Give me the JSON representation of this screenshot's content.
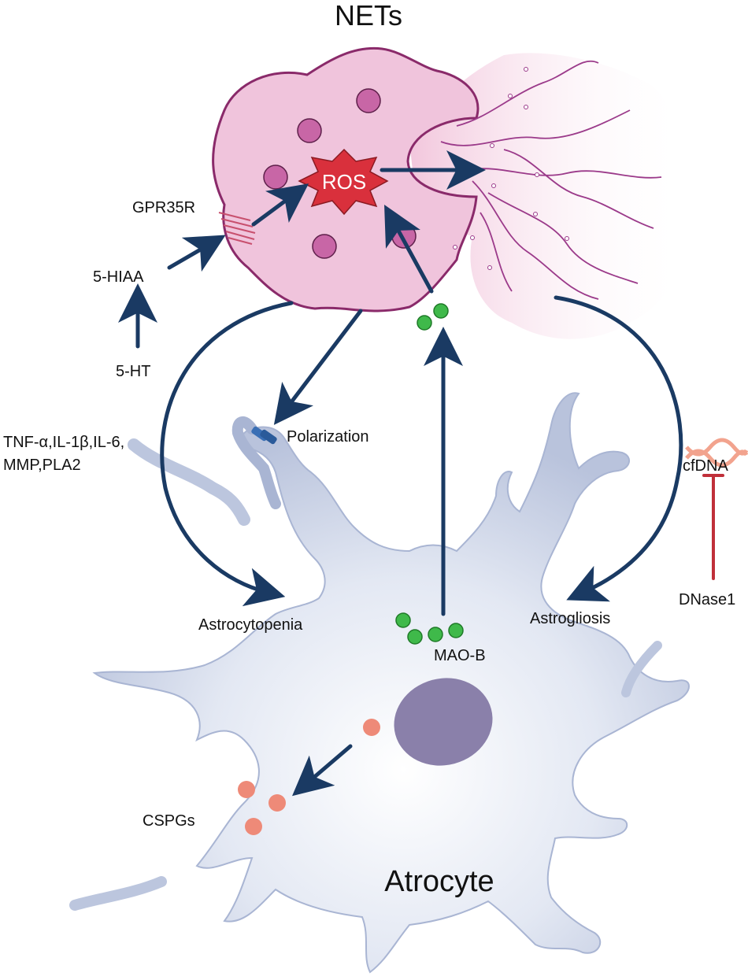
{
  "title": "NETs",
  "cell_label": "Atrocyte",
  "labels": {
    "ros": "ROS",
    "gpr35r": "GPR35R",
    "hiaa": "5-HIAA",
    "ht": "5-HT",
    "cytokines_line1": "TNF-α,IL-1β,IL-6,",
    "cytokines_line2": "MMP,PLA2",
    "polarization": "Polarization",
    "astrocytopenia": "Astrocytopenia",
    "astrogliosis": "Astrogliosis",
    "maob": "MAO-B",
    "cspgs": "CSPGs",
    "cfdna": "cfDNA",
    "dnase1": "DNase1"
  },
  "colors": {
    "net_cell": "#f0c4dc",
    "net_outline": "#8a2a6a",
    "granule": "#c866a6",
    "ros_star": "#d9303c",
    "arrow": "#1a3a63",
    "astrocyte": "#c9d2e6",
    "nucleus": "#8a80aa",
    "mao_granule": "#3fb94a",
    "cspg_granule": "#ee8a78",
    "inhibition": "#c0303a",
    "dna_strand": "#f2a38e"
  }
}
